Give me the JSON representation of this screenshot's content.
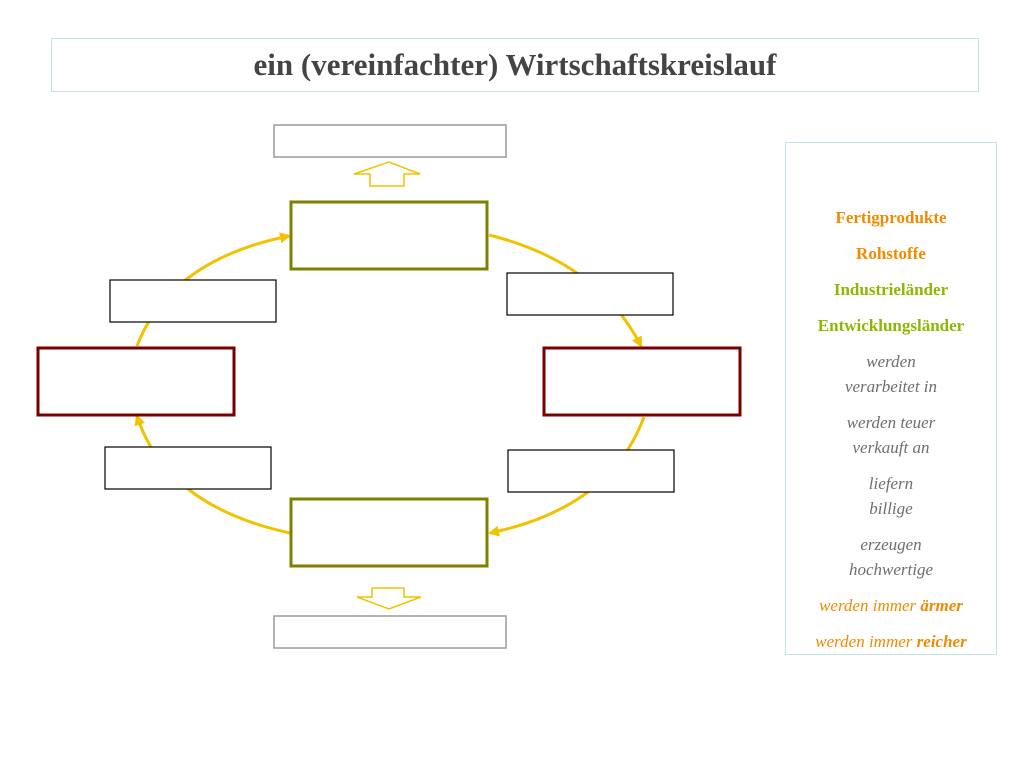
{
  "title": "ein (vereinfachter) Wirtschaftskreislauf",
  "colors": {
    "title_text": "#444444",
    "frame_border": "#bfe3e6",
    "cycle_arrow": "#f2c200",
    "olive_box": "#7f7f00",
    "maroon_box": "#7a0000",
    "label_box": "#000000",
    "outer_box": "#9a9a9a",
    "orange_text": "#f08a00",
    "green_text": "#8cb800",
    "grey_text": "#6e6e6e"
  },
  "legend": {
    "fertigprodukte": "Fertigprodukte",
    "rohstoffe": "Rohstoffe",
    "industrielaender": "Industrieländer",
    "entwicklungslaender": "Entwicklungsländer",
    "verarbeitet_1": "werden",
    "verarbeitet_2": "verarbeitet in",
    "teuer_1": "werden teuer",
    "teuer_2": "verkauft an",
    "liefern_1": "liefern",
    "liefern_2": "billige",
    "erzeugen_1": "erzeugen",
    "erzeugen_2": "hochwertige",
    "aermer_prefix": "werden immer",
    "aermer_word": "ärmer",
    "reicher_prefix": "werden immer",
    "reicher_word": "reicher"
  }
}
